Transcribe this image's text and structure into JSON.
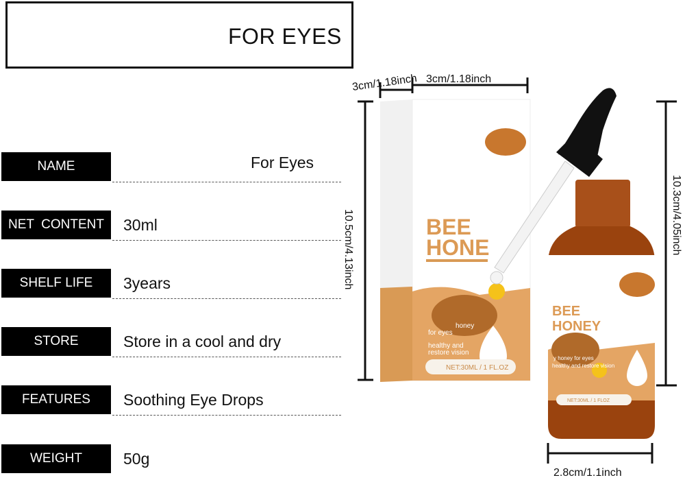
{
  "title": "FOR EYES",
  "specs": [
    {
      "label": "NAME",
      "value": "For Eyes"
    },
    {
      "label": "NET  CONTENT",
      "value": "30ml"
    },
    {
      "label": "SHELF LIFE",
      "value": "3years"
    },
    {
      "label": "STORE",
      "value": "Store in a cool and dry"
    },
    {
      "label": "FEATURES",
      "value": "Soothing Eye Drops"
    },
    {
      "label": "WEIGHT",
      "value": "50g"
    }
  ],
  "dimensions": {
    "box_depth": "3cm/1.18inch",
    "box_width": "3cm/1.18inch",
    "box_height": "10.5cm/4.13inch",
    "bottle_height": "10.3cm/4.05inch",
    "bottle_width": "2.8cm/1.1inch"
  },
  "product": {
    "brand_line1": "BEE",
    "brand_line2": "HONEY",
    "box_brand_line2": "HONE",
    "tagline1": "honey",
    "tagline2": "for eyes",
    "tagline3": "healthy and",
    "tagline4": "restore vision",
    "bottle_tagline1": "y honey for eyes",
    "bottle_tagline2": "healthy and restore vision",
    "net": "NET:30ML / 1 FL.OZ",
    "bottle_net": "NET:30ML / 1 FLOZ"
  },
  "colors": {
    "accent": "#e0a05a",
    "amber": "#a0480e",
    "black": "#000000"
  }
}
